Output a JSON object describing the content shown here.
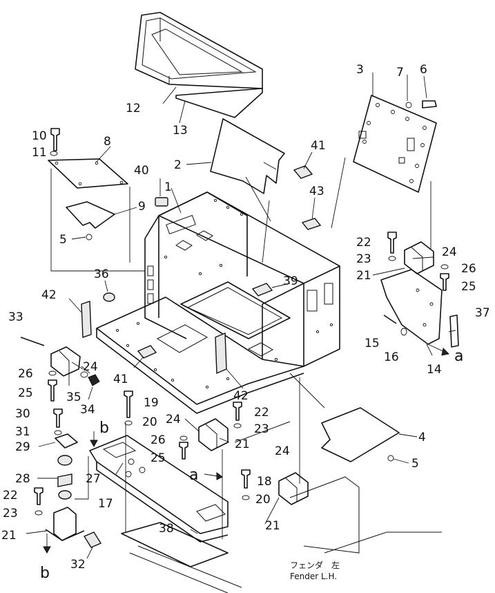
{
  "callouts": [
    {
      "id": "c1",
      "text": "1"
    },
    {
      "id": "c2",
      "text": "2"
    },
    {
      "id": "c3",
      "text": "3"
    },
    {
      "id": "c4",
      "text": "4"
    },
    {
      "id": "c5a",
      "text": "5"
    },
    {
      "id": "c5b",
      "text": "5"
    },
    {
      "id": "c6",
      "text": "6"
    },
    {
      "id": "c7",
      "text": "7"
    },
    {
      "id": "c8",
      "text": "8"
    },
    {
      "id": "c9",
      "text": "9"
    },
    {
      "id": "c10",
      "text": "10"
    },
    {
      "id": "c11",
      "text": "11"
    },
    {
      "id": "c12",
      "text": "12"
    },
    {
      "id": "c13",
      "text": "13"
    },
    {
      "id": "c14",
      "text": "14"
    },
    {
      "id": "c15",
      "text": "15"
    },
    {
      "id": "c16",
      "text": "16"
    },
    {
      "id": "c17",
      "text": "17"
    },
    {
      "id": "c18",
      "text": "18"
    },
    {
      "id": "c19",
      "text": "19"
    },
    {
      "id": "c20a",
      "text": "20"
    },
    {
      "id": "c20b",
      "text": "20"
    },
    {
      "id": "c21a",
      "text": "21"
    },
    {
      "id": "c21b",
      "text": "21"
    },
    {
      "id": "c21c",
      "text": "21"
    },
    {
      "id": "c21d",
      "text": "21"
    },
    {
      "id": "c22a",
      "text": "22"
    },
    {
      "id": "c22b",
      "text": "22"
    },
    {
      "id": "c22c",
      "text": "22"
    },
    {
      "id": "c23a",
      "text": "23"
    },
    {
      "id": "c23b",
      "text": "23"
    },
    {
      "id": "c23c",
      "text": "23"
    },
    {
      "id": "c24a",
      "text": "24"
    },
    {
      "id": "c24b",
      "text": "24"
    },
    {
      "id": "c24c",
      "text": "24"
    },
    {
      "id": "c24d",
      "text": "24"
    },
    {
      "id": "c25a",
      "text": "25"
    },
    {
      "id": "c25b",
      "text": "25"
    },
    {
      "id": "c25c",
      "text": "25"
    },
    {
      "id": "c26a",
      "text": "26"
    },
    {
      "id": "c26b",
      "text": "26"
    },
    {
      "id": "c26c",
      "text": "26"
    },
    {
      "id": "c27",
      "text": "27"
    },
    {
      "id": "c28",
      "text": "28"
    },
    {
      "id": "c29",
      "text": "29"
    },
    {
      "id": "c30",
      "text": "30"
    },
    {
      "id": "c31",
      "text": "31"
    },
    {
      "id": "c32",
      "text": "32"
    },
    {
      "id": "c33",
      "text": "33"
    },
    {
      "id": "c34",
      "text": "34"
    },
    {
      "id": "c35",
      "text": "35"
    },
    {
      "id": "c36",
      "text": "36"
    },
    {
      "id": "c37",
      "text": "37"
    },
    {
      "id": "c38",
      "text": "38"
    },
    {
      "id": "c39",
      "text": "39"
    },
    {
      "id": "c40",
      "text": "40"
    },
    {
      "id": "c41a",
      "text": "41"
    },
    {
      "id": "c41b",
      "text": "41"
    },
    {
      "id": "c42a",
      "text": "42"
    },
    {
      "id": "c42b",
      "text": "42"
    },
    {
      "id": "c43",
      "text": "43"
    }
  ],
  "reference_letters": {
    "a_right": "a",
    "a_center": "a",
    "b_top": "b",
    "b_bottom": "b"
  },
  "fender_label": {
    "japanese": "フェンダ　左",
    "english": "Fender  L.H."
  }
}
